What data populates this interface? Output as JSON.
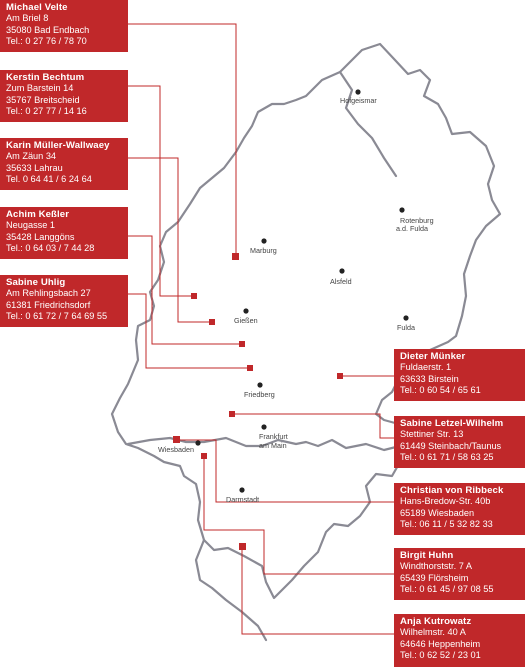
{
  "contacts": [
    {
      "name": "Michael Velte",
      "street": "Am Briel 8",
      "city": "35080 Bad Endbach",
      "phone": "Tel.: 0 27 76 / 78 70"
    },
    {
      "name": "Kerstin Bechtum",
      "street": "Zum Barstein 14",
      "city": "35767 Breitscheid",
      "phone": "Tel.: 0 27 77 / 14 16"
    },
    {
      "name": "Karin Müller-Wallwaey",
      "street": "Am Zäun 34",
      "city": "35633 Lahrau",
      "phone": "Tel. 0 64 41 / 6 24 64"
    },
    {
      "name": "Achim Keßler",
      "street": "Neugasse 1",
      "city": "35428 Langgöns",
      "phone": "Tel.: 0 64 03 / 7 44 28"
    },
    {
      "name": "Sabine Uhlig",
      "street": "Am Rehlingsbach 27",
      "city": "61381 Friedrichsdorf",
      "phone": "Tel.: 0 61 72 / 7 64 69 55"
    },
    {
      "name": "Dieter Münker",
      "street": "Fuldaerstr. 1",
      "city": "63633 Birstein",
      "phone": "Tel.: 0 60 54 / 65 61"
    },
    {
      "name": "Sabine Letzel-Wilhelm",
      "street": "Stettiner Str. 13",
      "city": "61449 Steinbach/Taunus",
      "phone": "Tel.: 0 61 71 / 58 63 25"
    },
    {
      "name": "Christian von Ribbeck",
      "street": "Hans-Bredow-Str. 40b",
      "city": "65189 Wiesbaden",
      "phone": "Tel.: 06 11 / 5 32 82 33"
    },
    {
      "name": "Birgit Huhn",
      "street": "Windthorststr. 7 A",
      "city": "65439 Flörsheim",
      "phone": "Tel.: 0 61 45 / 97 08 55"
    },
    {
      "name": "Anja Kutrowatz",
      "street": "Wilhelmstr. 40 A",
      "city": "64646 Heppenheim",
      "phone": "Tel.: 0 62 52 / 23 01"
    }
  ],
  "cities": {
    "hofgeismar": "Hofgeismar",
    "rotenburg_1": "Rotenburg",
    "rotenburg_2": "a.d. Fulda",
    "marburg": "Marburg",
    "alsfeld": "Alsfeld",
    "giessen": "Gießen",
    "fulda": "Fulda",
    "friedberg": "Friedberg",
    "frankfurt_1": "Frankfurt",
    "frankfurt_2": "am Main",
    "wiesbaden": "Wiesbaden",
    "darmstadt": "Darmstadt"
  },
  "colors": {
    "card": "#c0282a",
    "leader": "#c0282a",
    "river": "#8a8a94",
    "marker": "#c0282a"
  },
  "icons": {
    "city": "city-dot-icon",
    "location": "location-marker-icon"
  }
}
